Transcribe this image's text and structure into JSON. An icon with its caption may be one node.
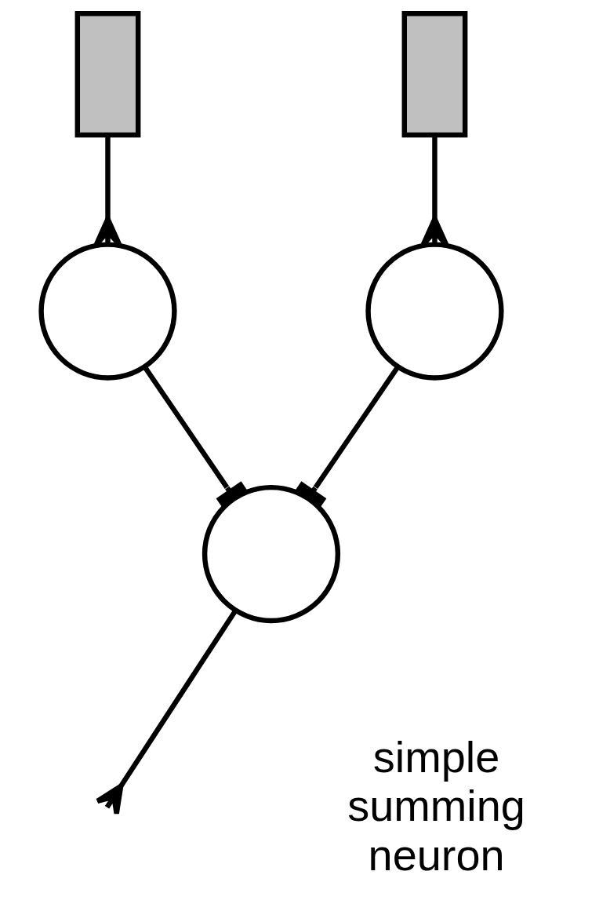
{
  "diagram": {
    "nodes": [
      {
        "text": [],
        "shape": "box"
      },
      {
        "text": [],
        "shape": "box"
      },
      {
        "text": [],
        "shape": "circle"
      },
      {
        "text": [],
        "shape": "circle"
      },
      {
        "text": [],
        "shape": "circle"
      }
    ],
    "edges": [
      {
        "from": 0,
        "to": 2,
        "arrow": "other"
      },
      {
        "from": 1,
        "to": 3,
        "arrow": "other"
      },
      {
        "from": 2,
        "to": 4,
        "arrow": "other"
      },
      {
        "from": 3,
        "to": 4,
        "arrow": "other"
      },
      {
        "from": 4,
        "to": null,
        "arrow": "other"
      }
    ],
    "labels": [
      "simple summing neuron"
    ]
  }
}
